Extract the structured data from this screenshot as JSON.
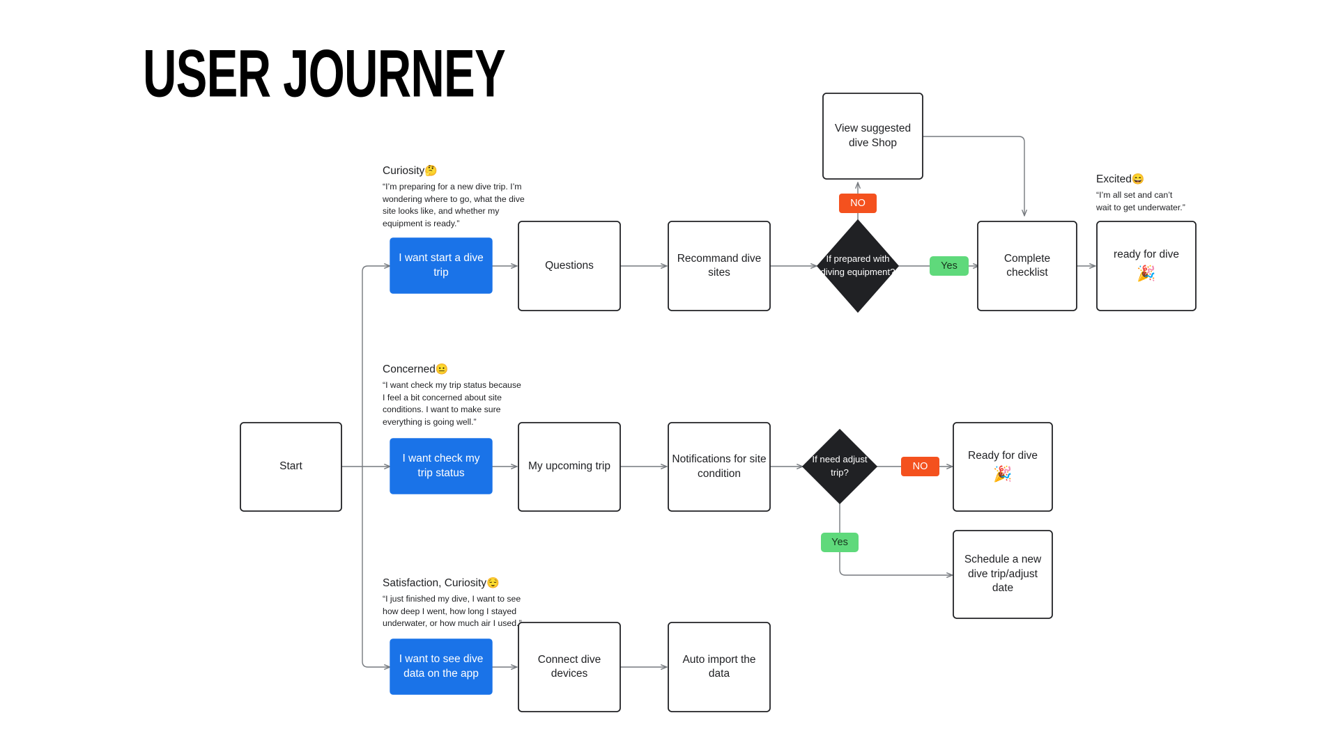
{
  "page": {
    "title": "USER JOURNEY",
    "background": "#ffffff"
  },
  "colors": {
    "node_stroke": "#202124",
    "connector": "#75797e",
    "blue_action": "#1a73e8",
    "diamond_fill": "#202124",
    "badge_no": "#f4511e",
    "badge_yes": "#5fd97b",
    "text": "#202124"
  },
  "annotations": [
    {
      "id": "curiosity",
      "emotion": "Curiosity",
      "emoji": "🤔",
      "quote": "“I’m preparing for a new dive trip. I’m wondering where to go, what the dive site looks like, and whether my equipment is ready.”"
    },
    {
      "id": "concerned",
      "emotion": "Concerned",
      "emoji": "😐",
      "quote": "“I want check my trip status because I feel a bit concerned about site conditions. I want to make sure everything is going well.”"
    },
    {
      "id": "satisfaction",
      "emotion": "Satisfaction, Curiosity",
      "emoji": "😌",
      "quote": "“I just finished my dive, I want to see how deep I went, how long I stayed underwater, or how much air I used.”"
    },
    {
      "id": "excited",
      "emotion": "Excited",
      "emoji": "😄",
      "quote": "“I’m all set and can’t wait to get underwater.”"
    }
  ],
  "nodes": {
    "start": {
      "label": "Start",
      "type": "process"
    },
    "row1": [
      {
        "id": "want-start-trip",
        "label": "I want start a dive trip",
        "type": "action"
      },
      {
        "id": "questions",
        "label": "Questions",
        "type": "process"
      },
      {
        "id": "recommand-sites",
        "label": "Recommand dive sites",
        "type": "process"
      },
      {
        "id": "if-prepared",
        "label": "If prepared with diving equipment?",
        "type": "decision"
      },
      {
        "id": "complete-checklist",
        "label": "Complete checklist",
        "type": "process"
      },
      {
        "id": "ready-for-dive-1",
        "label": "ready for dive",
        "emoji": "🎉",
        "type": "process"
      }
    ],
    "view_shop": {
      "id": "view-suggested-shop",
      "label": "View suggested dive Shop",
      "type": "process"
    },
    "row2": [
      {
        "id": "want-check-status",
        "label": "I want check my trip status",
        "type": "action"
      },
      {
        "id": "my-upcoming-trip",
        "label": "My upcoming trip",
        "type": "process"
      },
      {
        "id": "notifications-site",
        "label": "Notifications for site condition",
        "type": "process"
      },
      {
        "id": "if-need-adjust",
        "label": "If need adjust trip?",
        "type": "decision"
      },
      {
        "id": "ready-for-dive-2",
        "label": "Ready for dive",
        "emoji": "🎉",
        "type": "process"
      }
    ],
    "schedule_new": {
      "id": "schedule-new-trip",
      "label": "Schedule a new dive trip/adjust date",
      "type": "process"
    },
    "row3": [
      {
        "id": "want-see-data",
        "label": "I want to see dive data on the app",
        "type": "action"
      },
      {
        "id": "connect-devices",
        "label": "Connect dive devices",
        "type": "process"
      },
      {
        "id": "auto-import",
        "label": "Auto import the data",
        "type": "process"
      }
    ]
  },
  "badges": [
    {
      "id": "badge-no-1",
      "label": "NO",
      "variant": "no"
    },
    {
      "id": "badge-yes-1",
      "label": "Yes",
      "variant": "yes"
    },
    {
      "id": "badge-no-2",
      "label": "NO",
      "variant": "no"
    },
    {
      "id": "badge-yes-2",
      "label": "Yes",
      "variant": "yes"
    }
  ]
}
